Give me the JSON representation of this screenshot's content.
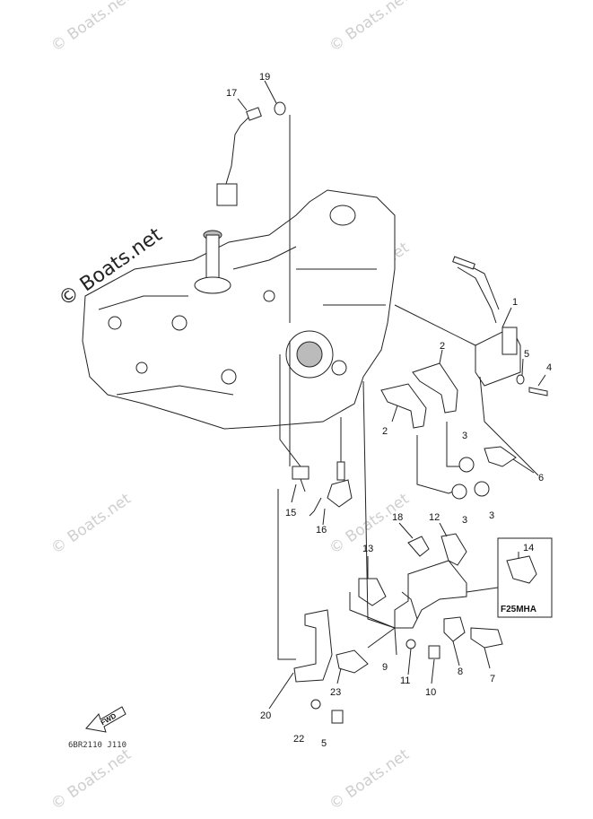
{
  "watermark": {
    "text": "© Boats.net",
    "main_text": "© Boats.net"
  },
  "diagram_code": "6BR2110 J110",
  "variant_label": "F25MHA",
  "fwd_label": "FWD",
  "callouts": [
    "1",
    "2",
    "2",
    "3",
    "3",
    "3",
    "4",
    "5",
    "6",
    "7",
    "8",
    "9",
    "10",
    "11",
    "12",
    "13",
    "14",
    "15",
    "16",
    "17",
    "18",
    "19",
    "20",
    "22",
    "23",
    "5"
  ]
}
